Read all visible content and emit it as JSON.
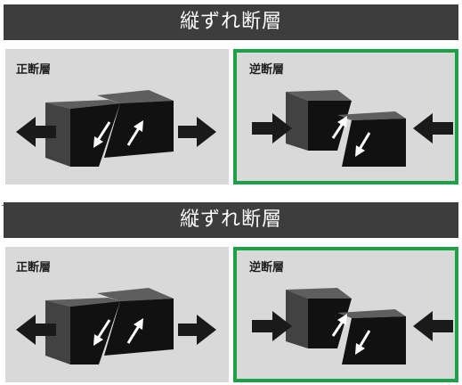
{
  "figures": [
    {
      "title": "縦ずれ断層",
      "normal_fault": {
        "label": "正断層"
      },
      "reverse_fault": {
        "label": "逆断層"
      }
    },
    {
      "title": "縦ずれ断層",
      "normal_fault": {
        "label": "正断層"
      },
      "reverse_fault": {
        "label": "逆断層"
      }
    }
  ],
  "colors": {
    "banner": "#3e3d3e",
    "panel": "#d9d9d9",
    "highlight_border": "#19a246",
    "block_front": "#111111",
    "block_top": "#5e5e5e",
    "block_side": "#424242",
    "arrow": "#1a1a1a",
    "slip_arrow": "#ffffff"
  }
}
